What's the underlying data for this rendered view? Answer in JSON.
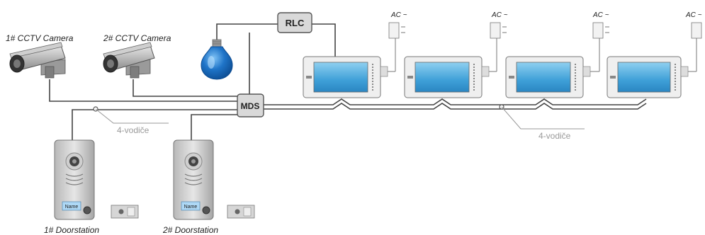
{
  "cameras": [
    {
      "label": "1# CCTV Camera"
    },
    {
      "label": "2# CCTV Camera"
    }
  ],
  "boxes": {
    "rlc": "RLC",
    "mds": "MDS"
  },
  "wire_labels": {
    "left": "4-vodiče",
    "right": "4-vodiče"
  },
  "doorstations": [
    {
      "label": "1# Doorstation",
      "name_tag": "Name"
    },
    {
      "label": "2# Doorstation",
      "name_tag": "Name"
    }
  ],
  "monitors": [
    {
      "power": "AC ~"
    },
    {
      "power": "AC ~"
    },
    {
      "power": "AC ~"
    },
    {
      "power": "AC ~"
    }
  ],
  "colors": {
    "bulb": "#1f74c8",
    "screen": "#3fa0d8",
    "box": "#d9d9d9"
  }
}
